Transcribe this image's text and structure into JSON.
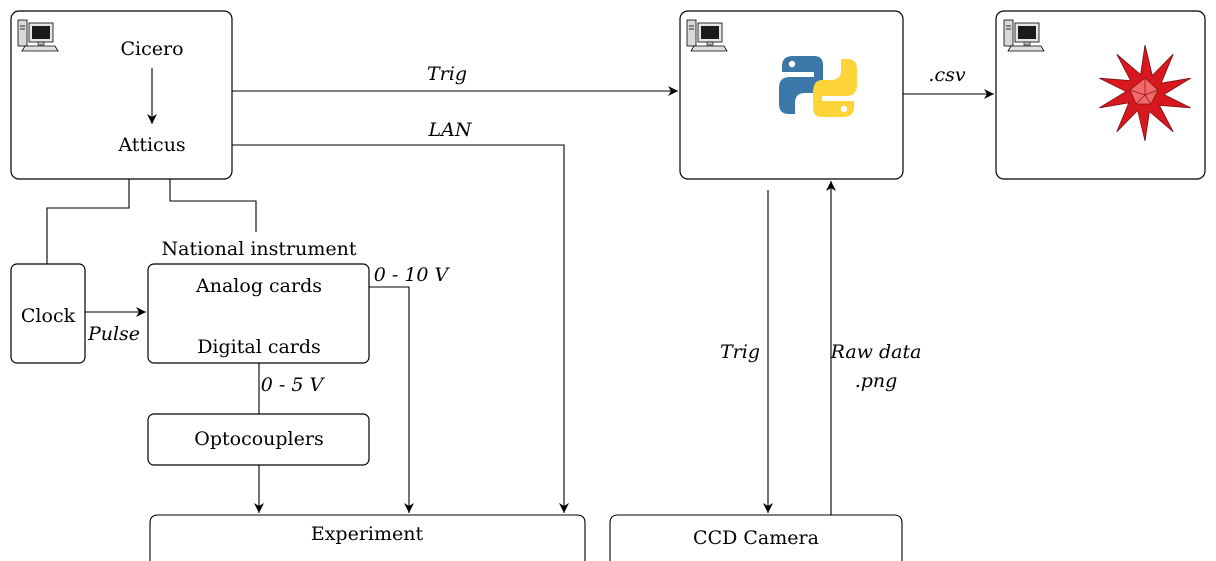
{
  "nodes": {
    "cicero": "Cicero",
    "atticus": "Atticus",
    "national_instrument": "National instrument",
    "analog_cards": "Analog cards",
    "digital_cards": "Digital cards",
    "clock": "Clock",
    "optocouplers": "Optocouplers",
    "experiment": "Experiment",
    "ccd_camera": "CCD Camera"
  },
  "edges": {
    "trig_top": "Trig",
    "lan": "LAN",
    "csv": ".csv",
    "pulse": "Pulse",
    "range_0_10": "0 - 10 V",
    "range_0_5": "0 - 5 V",
    "trig_camera": "Trig",
    "raw_data_line1": "Raw data",
    "raw_data_line2": ".png"
  },
  "icons": [
    "computer-icon",
    "python-logo-icon",
    "mathematica-logo-icon"
  ],
  "colors": {
    "python_blue": "#3b77a8",
    "python_yellow": "#ffd43b",
    "mathematica_red": "#d8181f"
  }
}
